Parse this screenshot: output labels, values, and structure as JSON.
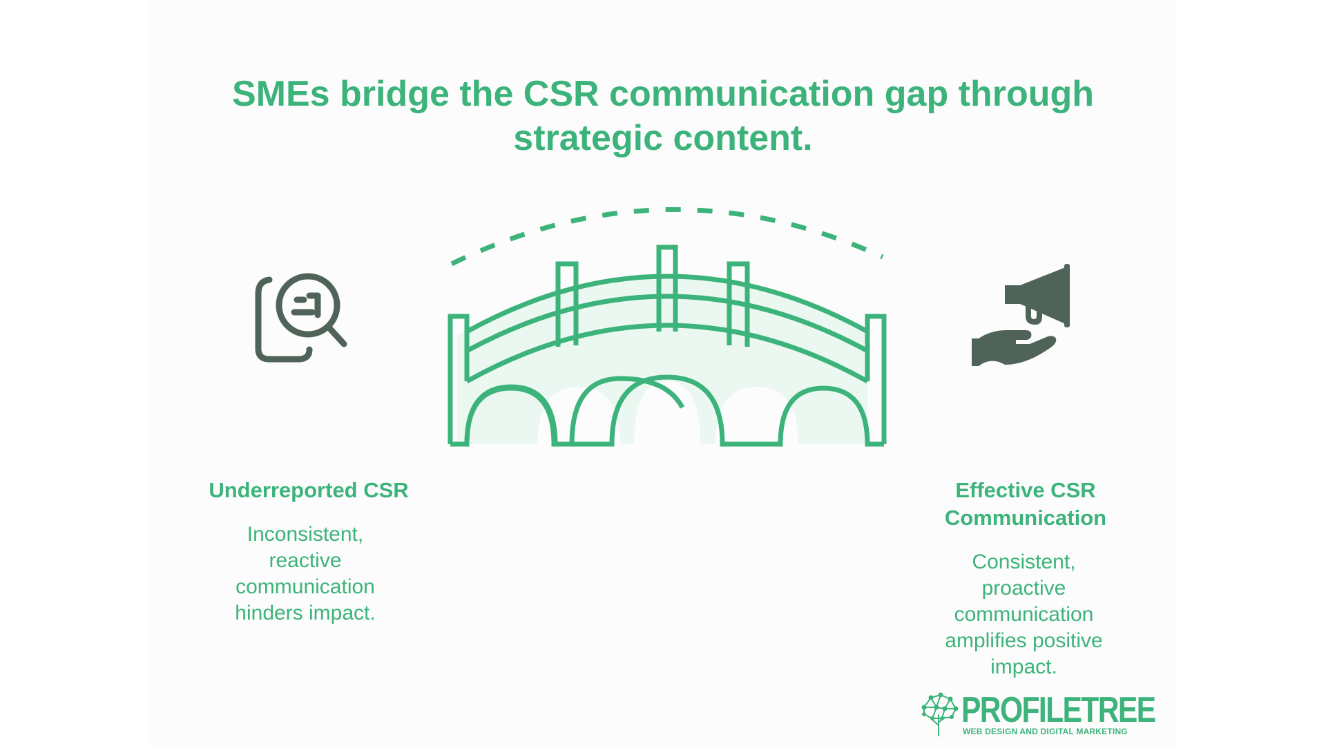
{
  "title": "SMEs bridge the CSR communication gap through strategic content.",
  "colors": {
    "accent": "#3cb37a",
    "icon_dark": "#4f6358",
    "bridge_fill": "#eaf8f1"
  },
  "left": {
    "icon": "document-search-icon",
    "title": "Underreported CSR",
    "description": "Inconsistent, reactive communication hinders impact."
  },
  "center": {
    "icon": "bridge-icon"
  },
  "right": {
    "icon": "hand-megaphone-icon",
    "title": "Effective CSR Communication",
    "description": "Consistent, proactive communication amplifies positive impact."
  },
  "logo": {
    "name": "PROFILETREE",
    "tagline": "WEB DESIGN AND DIGITAL MARKETING"
  }
}
